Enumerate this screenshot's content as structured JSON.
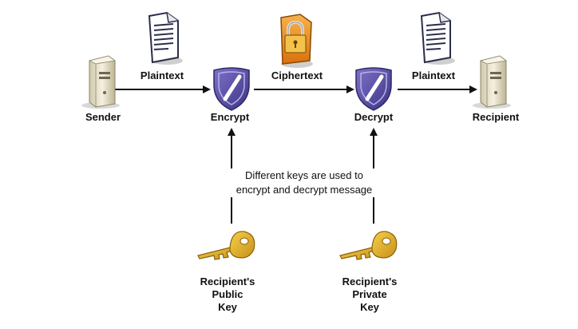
{
  "nodes": {
    "sender": "Sender",
    "encrypt": "Encrypt",
    "decrypt": "Decrypt",
    "recipient": "Recipient"
  },
  "edges": {
    "plaintext_left": "Plaintext",
    "ciphertext": "Ciphertext",
    "plaintext_right": "Plaintext"
  },
  "note": {
    "line1": "Different keys are used to",
    "line2": "encrypt and decrypt message"
  },
  "keys": {
    "public": [
      "Recipient's",
      "Public",
      "Key"
    ],
    "private": [
      "Recipient's",
      "Private",
      "Key"
    ]
  },
  "colors": {
    "shield": "#5a4fa8",
    "key_gold": "#e0a820",
    "lock_orange": "#e88a1a",
    "document_ink": "#2a2f4a",
    "server_body": "#ece6cf"
  },
  "icons": [
    "server-icon",
    "document-icon",
    "shield-icon",
    "locked-document-icon",
    "key-icon"
  ]
}
